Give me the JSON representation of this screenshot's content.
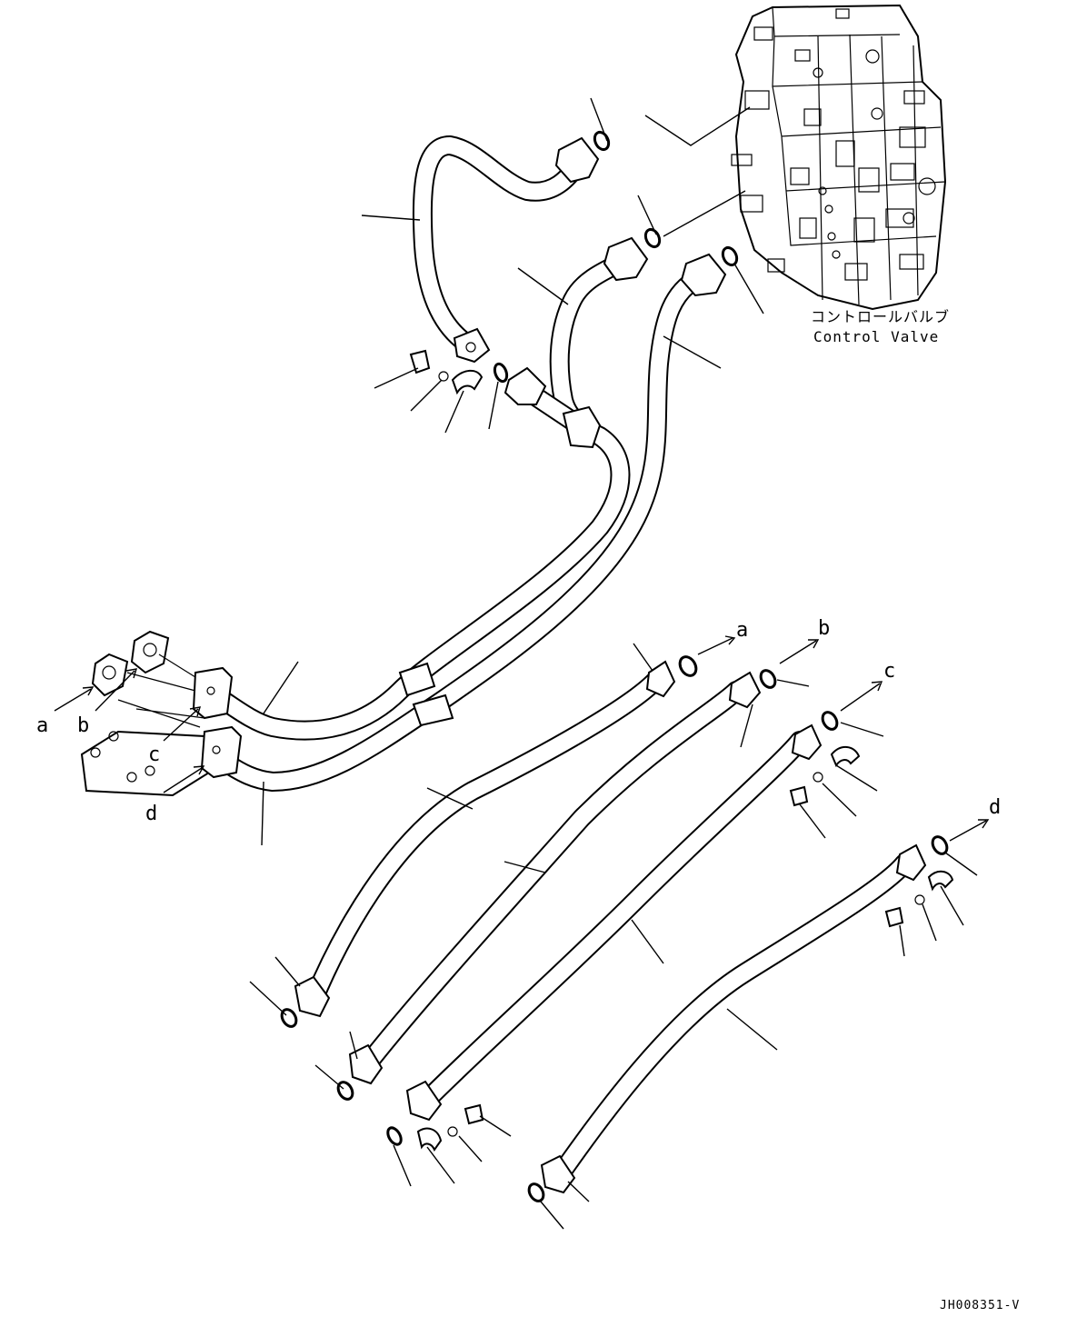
{
  "caption": {
    "jp": "コントロールバルブ",
    "en": "Control Valve"
  },
  "diagram_code": "JH008351-V",
  "connection_labels": {
    "a": "a",
    "b": "b",
    "c": "c",
    "d": "d"
  }
}
